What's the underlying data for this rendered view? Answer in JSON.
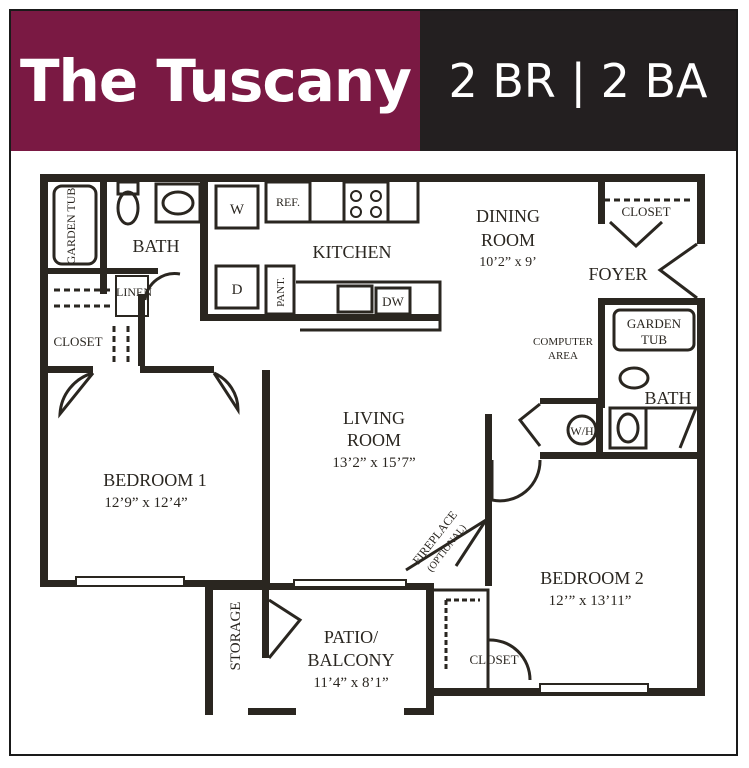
{
  "header": {
    "title": "The Tuscany",
    "subtitle": "2 BR | 2 BA",
    "title_bg": "#7a1943",
    "subtitle_bg": "#231f20"
  },
  "rooms": {
    "garden_tub_1": "GARDEN TUB",
    "bath_1": "BATH",
    "linen": "LINEN",
    "closet_1": "CLOSET",
    "washer": "W",
    "dryer": "D",
    "fridge": "REF.",
    "pantry": "PANT.",
    "kitchen": "KITCHEN",
    "dishwasher": "DW",
    "dining_name_1": "DINING",
    "dining_name_2": "ROOM",
    "dining_dims": "10’2” x 9’",
    "closet_foyer": "CLOSET",
    "foyer": "FOYER",
    "garden_tub_2_1": "GARDEN",
    "garden_tub_2_2": "TUB",
    "computer_area_1": "COMPUTER",
    "computer_area_2": "AREA",
    "bath_2": "BATH",
    "water_heater": "W/H",
    "living_name_1": "LIVING",
    "living_name_2": "ROOM",
    "living_dims": "13’2” x 15’7”",
    "bedroom1_name": "BEDROOM 1",
    "bedroom1_dims": "12’9” x 12’4”",
    "fireplace_1": "FIREPLACE",
    "fireplace_2": "(OPTIONAL)",
    "bedroom2_name": "BEDROOM 2",
    "bedroom2_dims": "12’” x 13’11”",
    "storage": "STORAGE",
    "patio_1": "PATIO/",
    "patio_2": "BALCONY",
    "patio_dims": "11’4” x 8’1”",
    "closet_2": "CLOSET"
  }
}
